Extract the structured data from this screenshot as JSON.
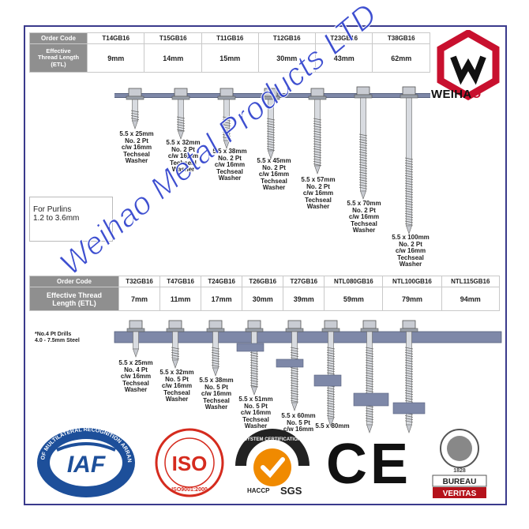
{
  "top_table": {
    "order_label": "Order Code",
    "etl_label": "Effective\nThread Length\n(ETL)",
    "codes": [
      "T14GB16",
      "T15GB16",
      "T11GB16",
      "T12GB16",
      "T23GB16",
      "T38GB16"
    ],
    "lengths": [
      "9mm",
      "14mm",
      "15mm",
      "30mm",
      "43mm",
      "62mm"
    ]
  },
  "top_labels": [
    "5.5 x 25mm\nNo. 2 Pt\nc/w 16mm\nTechseal\nWasher",
    "5.5 x 32mm\nNo. 2 Pt\nc/w 16mm\nTechseal\nWasher",
    "5.5 x 38mm\nNo. 2 Pt\nc/w 16mm\nTechseal\nWasher",
    "5.5 x 45mm\nNo. 2 Pt\nc/w 16mm\nTechseal\nWasher",
    "5.5 x 57mm\nNo. 2 Pt\nc/w 16mm\nTechseal\nWasher",
    "5.5 x 70mm\nNo. 2 Pt\nc/w 16mm\nTechseal\nWasher",
    "5.5 x 100mm\nNo. 2 Pt\nc/w 16mm\nTechseal\nWasher"
  ],
  "purlins_note": "For Purlins\n1.2 to 3.6mm",
  "bottom_table": {
    "order_label": "Order Code",
    "etl_label": "Effective Thread\nLength (ETL)",
    "codes": [
      "T32GB16",
      "T47GB16",
      "T24GB16",
      "T26GB16",
      "T27GB16",
      "NTL080GB16",
      "NTL100GB16",
      "NTL115GB16"
    ],
    "lengths": [
      "7mm",
      "11mm",
      "17mm",
      "30mm",
      "39mm",
      "59mm",
      "79mm",
      "94mm"
    ]
  },
  "drill_note": "*No.4 Pt Drills\n4.0 - 7.5mm Steel",
  "bottom_labels": [
    "5.5 x 25mm\nNo. 4 Pt\nc/w 16mm\nTechseal\nWasher",
    "5.5 x 32mm\nNo. 5 Pt\nc/w 16mm\nTechseal\nWasher",
    "5.5 x 38mm\nNo. 5 Pt\nc/w 16mm\nTechseal\nWasher",
    "5.5 x 51mm\nNo. 5 Pt\nc/w 16mm\nTechseal\nWasher",
    "5.5 x 60mm\nNo. 5 Pt\nc/w 16mm",
    "5.5 x 80mm"
  ],
  "brand": {
    "name_main": "WEIHA",
    "name_tail": "O"
  },
  "watermark": "Weihao Metal Products LTD",
  "certifications": {
    "iaf_ring_text": "MEMBER OF MULTILATERAL RECOGNITION ARRANGEMENT",
    "iaf": "IAF",
    "iso": "ISO",
    "iso_bottom": "ISO9001:2000",
    "system_cert": "SYSTEM CERTIFICATION",
    "haccp": "HACCP",
    "sgs": "SGS",
    "ce": "CE",
    "bv_year": "1828",
    "bv_1": "BUREAU",
    "bv_2": "VERITAS"
  },
  "colors": {
    "frame": "#3a3a8c",
    "header_gray": "#8f8f8f",
    "watermark": "#2a3dcc",
    "brand_red": "#c8102e",
    "iaf_blue": "#1d4f9a",
    "iso_red": "#d52b1e",
    "sgs_orange": "#f08a00",
    "bv_red": "#b5121b"
  }
}
